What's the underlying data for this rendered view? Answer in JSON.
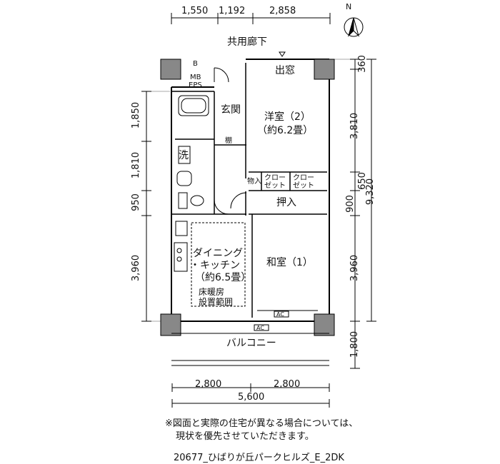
{
  "dims_top": [
    "1,550",
    "1,192",
    "2,858"
  ],
  "dims_bottom": [
    "2,800",
    "2,800",
    "5,600"
  ],
  "dims_left": [
    "1,850",
    "1,810",
    "950",
    "3,960"
  ],
  "dims_right": [
    "360",
    "3,810",
    "650",
    "900",
    "3,960",
    "1,800"
  ],
  "dims_right_total": "9,320",
  "corridor": "共用廊下",
  "balcony": "バルコニー",
  "north": "N",
  "rooms": {
    "youshitsu": [
      "洋室（2）",
      "（約6.2畳）"
    ],
    "washitsu": "和室（1）",
    "dk": [
      "ダイニング",
      "・キッチン",
      "（約6.5畳）"
    ],
    "genkan": "玄関",
    "oshiire": "押入",
    "demado": "出窓",
    "sen": "洗",
    "tana": "棚",
    "mb": [
      "MB",
      "EPS"
    ],
    "b": "B",
    "floorheat": [
      "床暖房",
      "設置範囲"
    ],
    "closet": [
      "クロー",
      "ゼット"
    ],
    "monoire": "物入",
    "ac": "AC"
  },
  "note": [
    "※図面と実際の住宅が異なる場合については、",
    "現状を優先させていただきます。"
  ],
  "caption": "20677_ひばりが丘パークヒルズ_E_2DK"
}
